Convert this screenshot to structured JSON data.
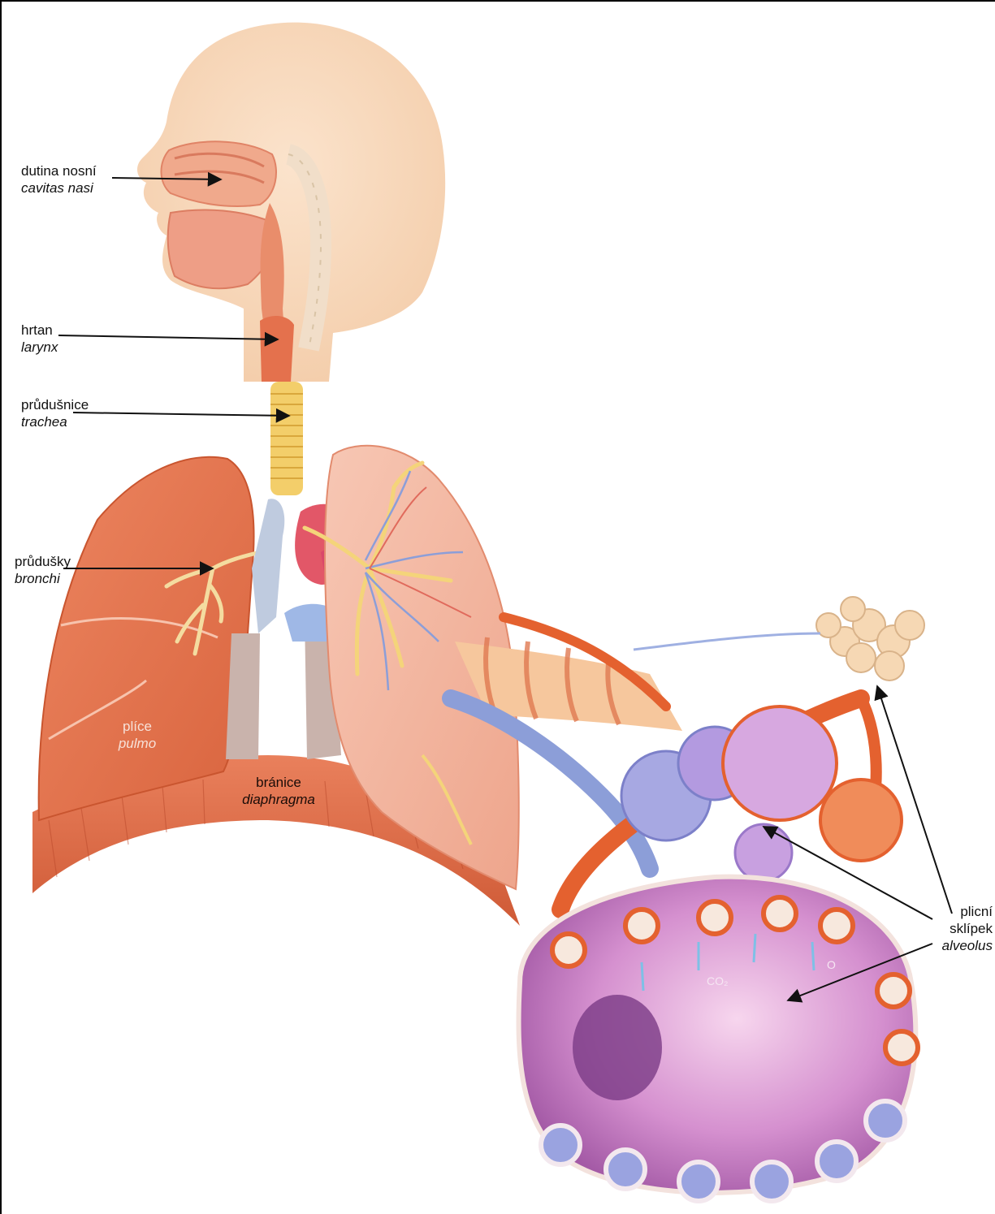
{
  "labels": {
    "nasal_cavity": {
      "czech": "dutina nosní",
      "latin": "cavitas nasi"
    },
    "larynx": {
      "czech": "hrtan",
      "latin": "larynx"
    },
    "trachea": {
      "czech": "průdušnice",
      "latin": "trachea"
    },
    "bronchi": {
      "czech": "průdušky",
      "latin": "bronchi"
    },
    "lung": {
      "czech": "plíce",
      "latin": "pulmo"
    },
    "diaphragm": {
      "czech": "bránice",
      "latin": "diaphragma"
    },
    "alveolus": {
      "line1": "plicní",
      "line2": "sklípek",
      "latin": "alveolus"
    }
  },
  "gas_labels": {
    "co2": "CO₂",
    "o2": "O"
  },
  "colors": {
    "skin": "#f9d9bd",
    "lung": "#e8774f",
    "lung_light": "#f2b39c",
    "trachea": "#f1c85a",
    "vein_blue": "#8c9ed8",
    "artery_red": "#e45a2c",
    "alveolus_violet": "#c87bc8",
    "bronchi_yellow": "#f4d47a"
  }
}
